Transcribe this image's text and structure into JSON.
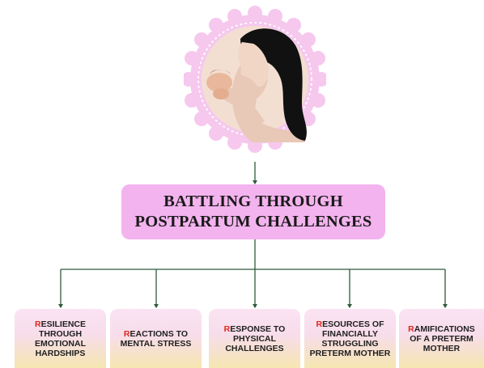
{
  "title": {
    "line1": "BATTLING THROUGH",
    "line2": "POSTPARTUM CHALLENGES"
  },
  "colors": {
    "title_box": "#f3b3ee",
    "emblem_outer": "#f6c8ee",
    "emblem_inner": "#f2dcd0",
    "initial_letter": "#e0261c",
    "connector": "#2f5a3c"
  },
  "branches": [
    {
      "first": "R",
      "rest": "ESILIENCE THROUGH EMOTIONAL HARDSHIPS"
    },
    {
      "first": "R",
      "rest": "EACTIONS TO MENTAL STRESS"
    },
    {
      "first": "R",
      "rest": "ESPONSE TO PHYSICAL CHALLENGES"
    },
    {
      "first": "R",
      "rest": "ESOURCES OF FINANCIALLY STRUGGLING PRETERM MOTHER"
    },
    {
      "first": "R",
      "rest": "AMIFICATIONS OF A PRETERM MOTHER"
    }
  ]
}
